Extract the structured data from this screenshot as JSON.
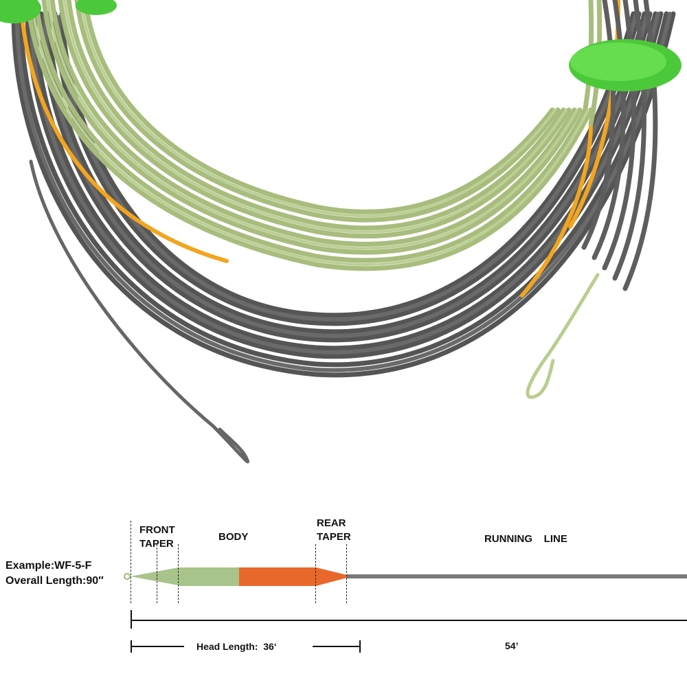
{
  "product_photo": {
    "description_icon": "coiled-fly-line-photo",
    "colors": {
      "running_line": "#5b5b5b",
      "body": "#a8bd7d",
      "accent": "#f2a51f",
      "wrap": "#4cc93a"
    }
  },
  "diagram": {
    "example": "Example:WF-5-F",
    "overall_length": "Overall Length:90″",
    "front_taper": [
      "FRONT",
      "TAPER"
    ],
    "body": "BODY",
    "rear_taper": [
      "REAR",
      "TAPER"
    ],
    "running_line": "RUNNING    LINE",
    "head_length": "Head Length:  36‘",
    "running_length": "54’",
    "colors": {
      "front_body": "#a8c48a",
      "rear_body": "#e8682c",
      "running_line": "#7a7a7a"
    }
  }
}
